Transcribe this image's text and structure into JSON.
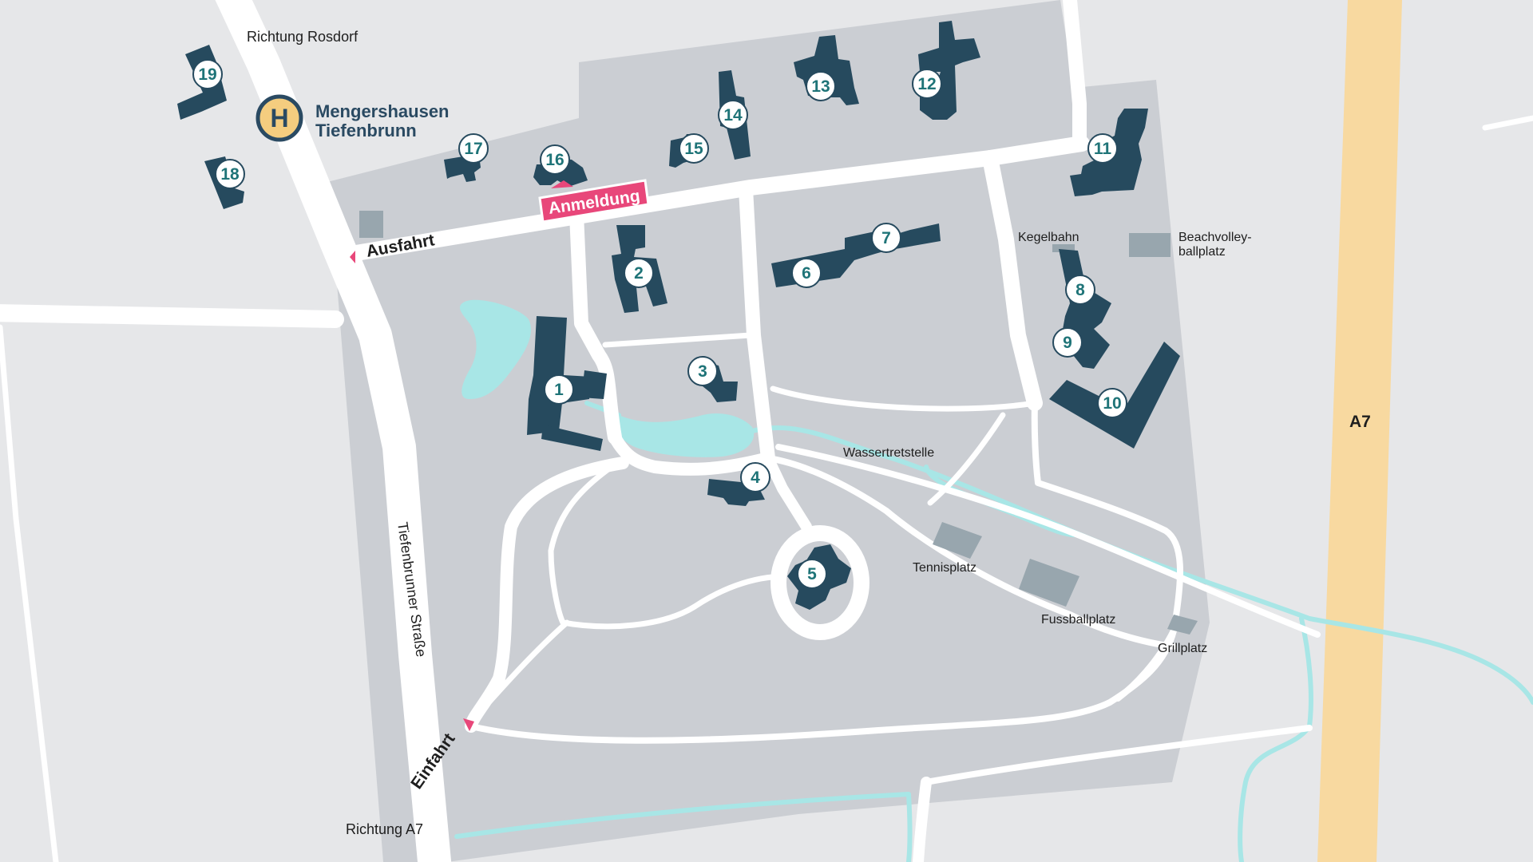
{
  "colors": {
    "background": "#e6e7e9",
    "site": "#cbced3",
    "road": "#ffffff",
    "water": "#a8e6e6",
    "building": "#264a5e",
    "facility": "#98a6ae",
    "motorway": "#f8d9a0",
    "label_pink": "#e8477a",
    "number": "#1f7478",
    "bus_stop_fill": "#f4cd7f"
  },
  "labels": {
    "richtung_rosdorf": "Richtung Rosdorf",
    "richtung_a7": "Richtung A7",
    "ausfahrt": "Ausfahrt",
    "einfahrt": "Einfahrt",
    "street": "Tiefenbrunner Straße",
    "motorway": "A7",
    "anmeldung": "Anmeldung",
    "kegelbahn": "Kegelbahn",
    "beach_line1": "Beachvolley-",
    "beach_line2": "ballplatz",
    "wassertretstelle": "Wassertretstelle",
    "tennisplatz": "Tennisplatz",
    "fussballplatz": "Fussballplatz",
    "grillplatz": "Grillplatz"
  },
  "bus_stop": {
    "icon": "bus-stop-h-icon",
    "letter": "H",
    "line1": "Mengershausen",
    "line2": "Tiefenbrunn"
  },
  "buildings": [
    {
      "id": "1",
      "label": "1"
    },
    {
      "id": "2",
      "label": "2"
    },
    {
      "id": "3",
      "label": "3"
    },
    {
      "id": "4",
      "label": "4"
    },
    {
      "id": "5",
      "label": "5"
    },
    {
      "id": "6",
      "label": "6"
    },
    {
      "id": "7",
      "label": "7"
    },
    {
      "id": "8",
      "label": "8"
    },
    {
      "id": "9",
      "label": "9"
    },
    {
      "id": "10",
      "label": "10"
    },
    {
      "id": "11",
      "label": "11"
    },
    {
      "id": "12",
      "label": "12"
    },
    {
      "id": "13",
      "label": "13"
    },
    {
      "id": "14",
      "label": "14"
    },
    {
      "id": "15",
      "label": "15"
    },
    {
      "id": "16",
      "label": "16"
    },
    {
      "id": "17",
      "label": "17"
    },
    {
      "id": "18",
      "label": "18"
    },
    {
      "id": "19",
      "label": "19"
    }
  ]
}
